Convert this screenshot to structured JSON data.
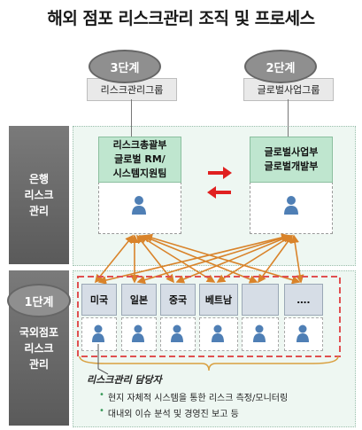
{
  "title": "해외 점포 리스크관리 조직 및 프로세스",
  "side_labels": {
    "bank": "은행\n리스크\n관리",
    "overseas": "국외점포\n리스크\n관리"
  },
  "stages": {
    "stage3": "3단계",
    "stage2": "2단계",
    "stage1": "1단계"
  },
  "groups": {
    "risk_group": "리스크관리그룹",
    "global_group": "글로벌사업그룹"
  },
  "departments": {
    "risk_dept": "리스크총괄부\n글로벌 RM/\n시스템지원팀",
    "global_dept": "글로벌사업부\n글로벌개발부"
  },
  "countries": [
    "미국",
    "일본",
    "중국",
    "베트남",
    "",
    "…."
  ],
  "legend": {
    "officer": "리스크관리 담당자",
    "bullets": [
      "현지 자체적 시스템을 통한 리스크 측정/모니터링",
      "대내외 이슈 분석 및 경영진 보고 등"
    ]
  },
  "colors": {
    "arrow_orange": "#d9832a",
    "arrow_red": "#e02020",
    "box_green": "#bfe6cf",
    "dashed_red": "#e05050"
  }
}
